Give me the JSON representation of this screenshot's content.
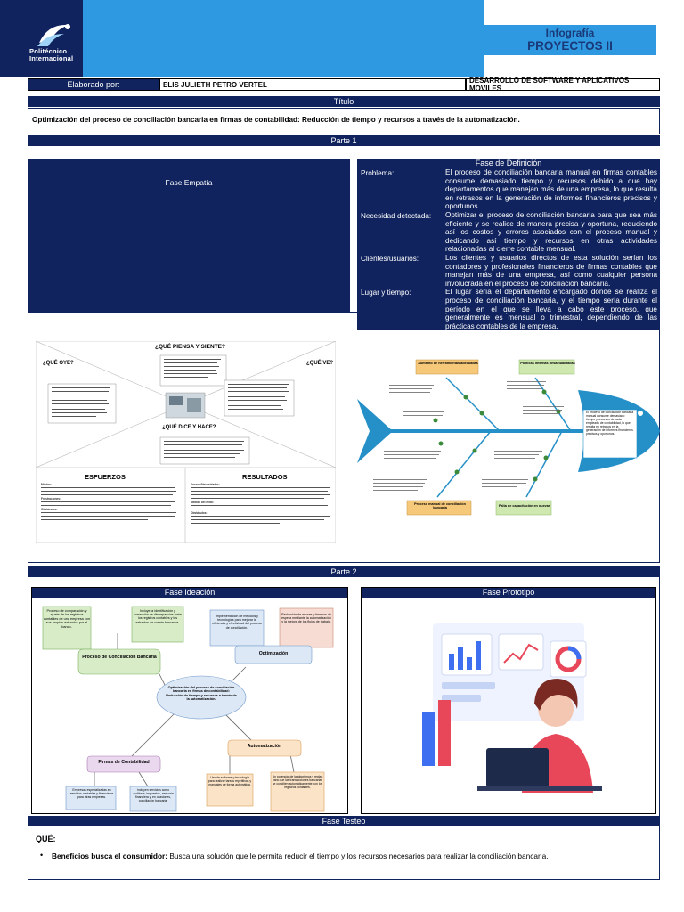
{
  "header": {
    "logo_text_1": "Politécnico",
    "logo_text_2": "Internacional",
    "title_small": "Infografía",
    "title_big": "PROYECTOS II"
  },
  "author_row": {
    "label": "Elaborado por:",
    "name": "ELIS JULIETH PETRO VERTEL",
    "program": "DESARROLLO DE SOFTWARE Y APLICATIVOS MOVILES"
  },
  "title_bar": "Título",
  "objective": "Optimización del proceso de conciliación bancaria en firmas de contabilidad: Reducción de tiempo y recursos a través de la automatización.",
  "parte1": {
    "label": "Parte 1",
    "empatia": "Fase Empatía",
    "definicion": {
      "title": "Fase de Definición",
      "rows": [
        {
          "label": "Problema:",
          "text": "El proceso de conciliación bancaria manual en firmas contables consume demasiado tiempo y recursos debido a que hay departamentos que manejan más de una empresa, lo que resulta en retrasos en la generación de informes financieros precisos y oportunos."
        },
        {
          "label": "Necesidad detectada:",
          "text": "Optimizar el proceso de conciliación bancaria para que sea más eficiente y se realice de manera precisa y oportuna, reduciendo así los costos y errores asociados con el proceso manual y dedicando así tiempo y recursos en otras actividades relacionadas al cierre contable mensual."
        },
        {
          "label": "Clientes/usuarios:",
          "text": "Los clientes y usuarios directos de esta solución serían los contadores y profesionales financieros de firmas contables que manejan más de una empresa, así como cualquier persona involucrada en el proceso de conciliación bancaria."
        },
        {
          "label": "Lugar y tiempo:",
          "text": "El lugar sería el departamento encargado donde se realiza el proceso de conciliación bancaria, y el tiempo sería durante el período en el que se lleva a cabo este proceso, que generalmente es mensual o trimestral, dependiendo de las prácticas contables de la empresa."
        }
      ]
    },
    "empathy_map": {
      "piensa": "¿QUÉ PIENSA Y SIENTE?",
      "oye": "¿QUÉ OYE?",
      "ve": "¿QUÉ VE?",
      "dice": "¿QUÉ DICE Y HACE?",
      "esfuerzos": "ESFUERZOS",
      "resultados": "RESULTADOS",
      "esfuerzos_sub1": "Miedos:",
      "esfuerzos_sub2": "Frustraciones:",
      "esfuerzos_sub3": "Obstáculos:",
      "resultados_sub1": "Deseos/Necesidades:",
      "resultados_sub2": "Medida del éxito:",
      "resultados_sub3": "Obstáculos:"
    },
    "fishbone": {
      "top_left": "Aumento de herramientas adecuadas",
      "top_right": "Políticas internas desactualizadas",
      "bottom_left": "Proceso manual de conciliación bancaria",
      "bottom_right": "Falta de capacitación en nuevas",
      "head": "El proceso de conciliación bancaria manual consume demasiado tiempo y recursos de cada empleado de contabilidad, lo que resulta en retrasos en la generación de informes financieros precisos y oportunos."
    }
  },
  "parte2": {
    "label": "Parte 2",
    "ideacion": "Fase Ideación",
    "prototipo": "Fase Prototipo",
    "mindmap": {
      "center": "Optimización del proceso de conciliación bancaria en firmas de contabilidad: Reducción de tiempo y recursos a través de la automatización.",
      "proceso": "Proceso de Conciliación Bancaria",
      "optimizacion": "Optimización",
      "firmas": "Firmas de Contabilidad",
      "automatizacion": "Automatización",
      "n1": "Proceso de comparación y ajuste de los registros contables de una empresa con sus propios extractos por el banco.",
      "n2": "Incluye la identificación y corrección de discrepancias entre los registros contables y los extractos de cuenta bancarios.",
      "n3": "Implementación de métodos y tecnologías para mejorar la eficiencia y efectividad del proceso de conciliación.",
      "n4": "Reducción de errores y tiempos de espera mediante la automatización y la mejora de los flujos de trabajo.",
      "n5": "Empresas especializadas en servicios contables y financieros para otras empresas.",
      "n6": "Incluyen servicios como auditoría, impuestos, asesoría financiera y, en ocasiones, conciliación bancaria.",
      "n7": "Uso de software y tecnología para realizar tareas repetitivas y manuales de forma automática.",
      "n8": "Un potencial de la algoritmos y reglas para que las transacciones bancarias se concilien automáticamente con los registros contables."
    },
    "testeo": "Fase Testeo",
    "que": "QUÉ:",
    "beneficio_label": "Beneficios busca el consumidor:",
    "beneficio_text": " Busca una solución que le permita reducir el tiempo y los recursos necesarios para realizar la conciliación bancaria."
  },
  "colors": {
    "navy": "#10235e",
    "blue": "#2e98e0",
    "title_text": "#1a3978"
  }
}
